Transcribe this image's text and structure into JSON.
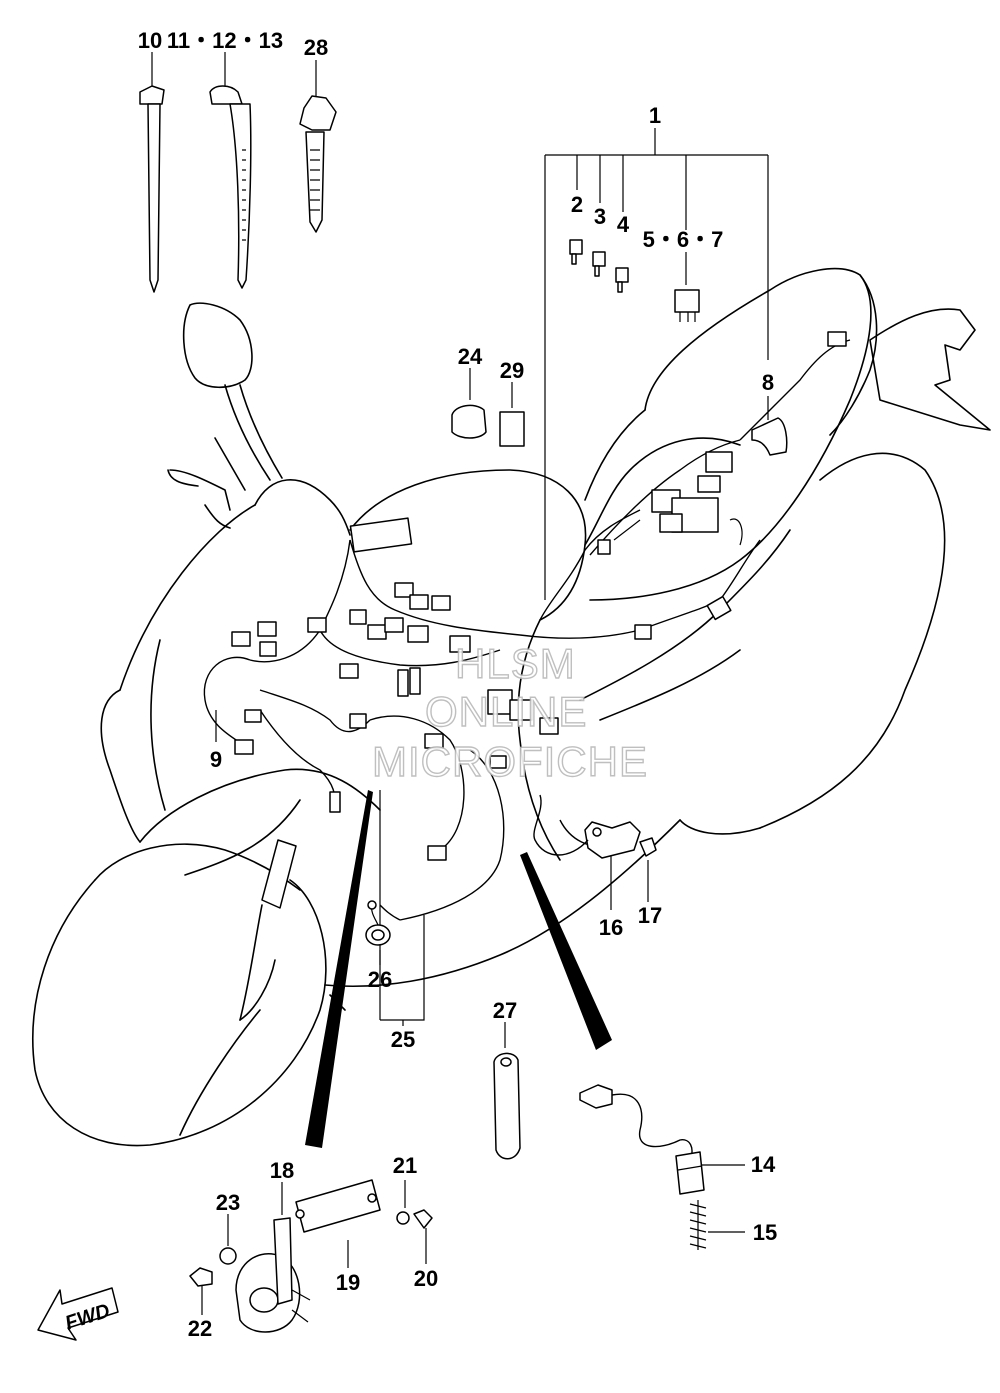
{
  "callouts": {
    "c1": "1",
    "c2": "2",
    "c3": "3",
    "c4": "4",
    "c5_6_7": "5・6・7",
    "c8": "8",
    "c9": "9",
    "c10": "10",
    "c11_12_13": "11・12・13",
    "c14": "14",
    "c15": "15",
    "c16": "16",
    "c17": "17",
    "c18": "18",
    "c19": "19",
    "c20": "20",
    "c21": "21",
    "c22": "22",
    "c23": "23",
    "c24": "24",
    "c25": "25",
    "c26": "26",
    "c27": "27",
    "c28": "28",
    "c29": "29"
  },
  "watermark": {
    "line1": "HLSM",
    "line2": "ONLINE",
    "line3": "MICROFICHE"
  },
  "direction": {
    "label": "FWD"
  }
}
